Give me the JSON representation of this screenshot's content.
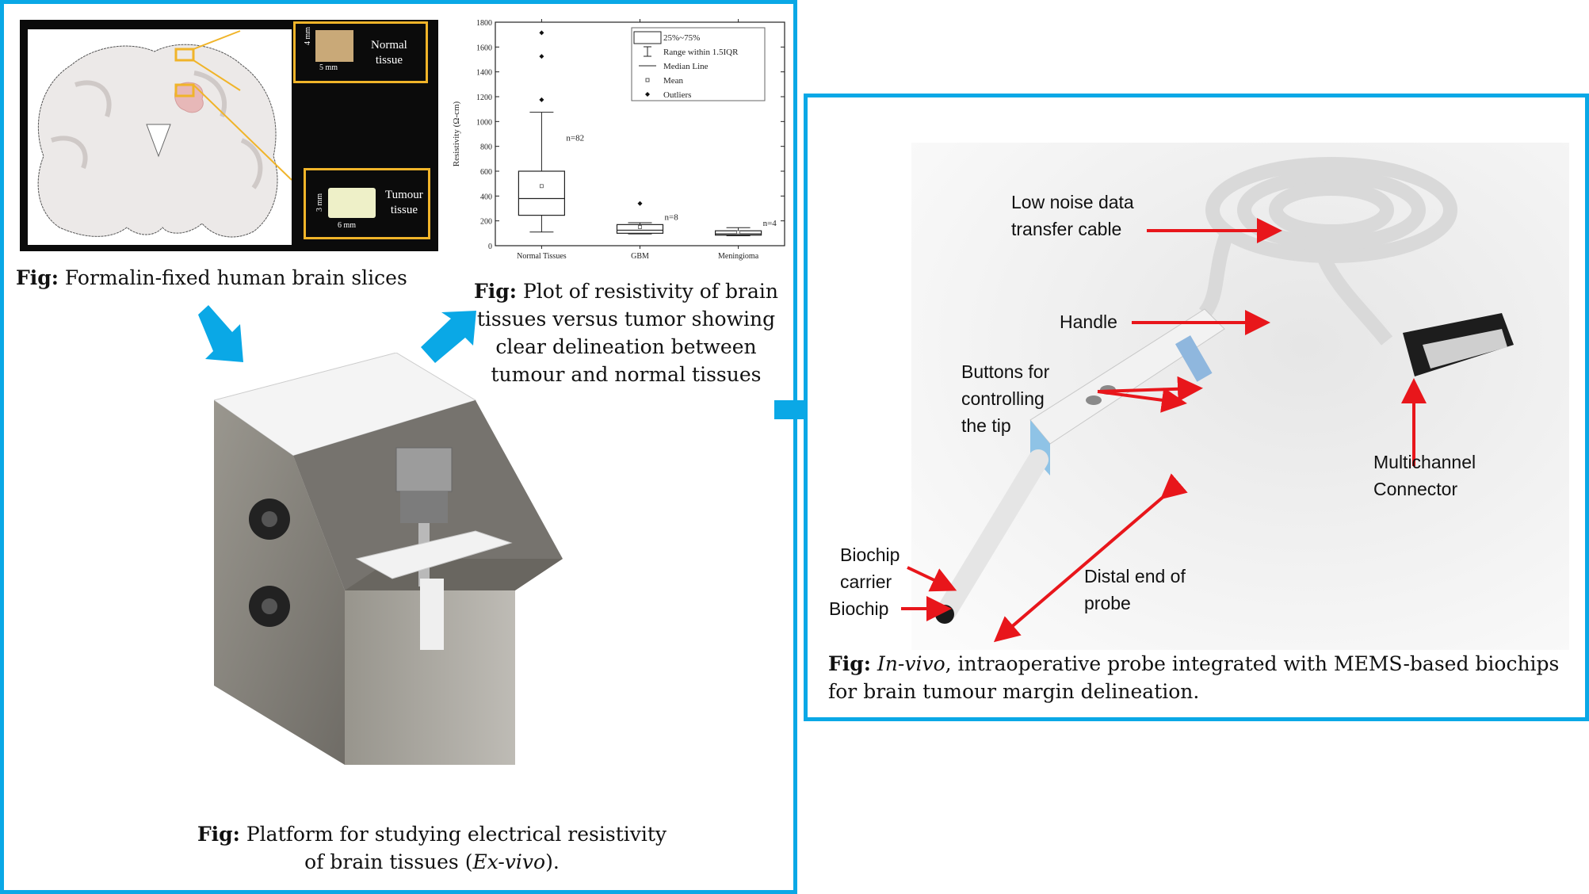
{
  "left_panel": {
    "brain_figure": {
      "normal_tissue_label": "Normal\ntissue",
      "normal_height": "4 mm",
      "normal_width": "5 mm",
      "tumour_tissue_label": "Tumour\ntissue",
      "tumour_height": "3 mm",
      "tumour_width": "6 mm",
      "caption_prefix": "Fig:",
      "caption_text": " Formalin-fixed human brain slices"
    },
    "plot_caption": {
      "prefix": "Fig:",
      "text": " Plot of resistivity of brain tissues versus tumor showing clear delineation between tumour and normal tissues"
    },
    "platform_caption": {
      "prefix": "Fig:",
      "line1": " Platform for studying electrical resistivity",
      "line2_a": "of brain tissues (",
      "line2_italic": "Ex-vivo",
      "line2_b": ")."
    }
  },
  "right_panel": {
    "labels": {
      "cable": "Low noise data\ntransfer cable",
      "handle": "Handle",
      "buttons": "Buttons for\ncontrolling\nthe tip",
      "connector": "Multichannel\nConnector",
      "biochip_carrier": "Biochip\ncarrier",
      "biochip": "Biochip",
      "distal_end": "Distal end of\nprobe"
    },
    "caption": {
      "prefix": "Fig:",
      "italic": " In-vivo",
      "text": ", intraoperative probe integrated with MEMS-based biochips for brain tumour margin delineation."
    }
  },
  "colors": {
    "frame_blue": "#0aa8e6",
    "arrow_blue": "#0aa8e6",
    "callout_red": "#e8161b",
    "zoom_box_gold": "#f0b429"
  },
  "chart_data": {
    "type": "box",
    "title": "",
    "xlabel": "",
    "ylabel": "Resistivity (Ω-cm)",
    "ylim": [
      0,
      1800
    ],
    "yticks": [
      0,
      200,
      400,
      600,
      800,
      1000,
      1200,
      1400,
      1600,
      1800
    ],
    "categories": [
      "Normal Tissues",
      "GBM",
      "Meningioma"
    ],
    "series": [
      {
        "name": "Normal Tissues",
        "n_label": "n=82",
        "whisker_low": 110,
        "q1": 245,
        "median": 380,
        "q3": 600,
        "whisker_high": 1075,
        "mean": 480,
        "outliers": [
          1175,
          1525,
          1715
        ]
      },
      {
        "name": "GBM",
        "n_label": "n=8",
        "whisker_low": 95,
        "q1": 100,
        "median": 125,
        "q3": 170,
        "whisker_high": 185,
        "mean": 150,
        "outliers": [
          340
        ]
      },
      {
        "name": "Meningioma",
        "n_label": "n=4",
        "whisker_low": 80,
        "q1": 85,
        "median": 95,
        "q3": 120,
        "whisker_high": 145,
        "mean": 108,
        "outliers": []
      }
    ],
    "legend": {
      "position": "top-right",
      "entries": [
        "25%~75%",
        "Range within 1.5IQR",
        "Median Line",
        "Mean",
        "Outliers"
      ]
    },
    "grid": false
  }
}
